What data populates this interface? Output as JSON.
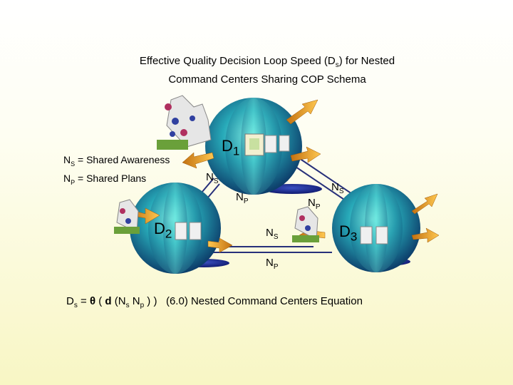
{
  "title": {
    "line1_pre": "Effective Quality Decision Loop Speed (D",
    "line1_sub": "s",
    "line1_post": ") for Nested",
    "line2": "Command Centers Sharing COP Schema"
  },
  "legend": {
    "ns_letter": "N",
    "ns_sub": "S",
    "ns_text": " = Shared Awareness",
    "np_letter": "N",
    "np_sub": "P",
    "np_text": " = Shared Plans"
  },
  "nodes": {
    "d1": {
      "letter": "D",
      "num": "1"
    },
    "d2": {
      "letter": "D",
      "num": "2"
    },
    "d3": {
      "letter": "D",
      "num": "3"
    }
  },
  "links": {
    "ns_letter": "N",
    "ns_sub": "S",
    "np_letter": "N",
    "np_sub": "P"
  },
  "equation": {
    "p1": "D",
    "p1_sub": "s",
    "p2": " = ",
    "theta": "θ",
    "p3": " ( ",
    "d": "d",
    "p4": " (N",
    "p4_sub": "s",
    "p5": " N",
    "p5_sub": "p",
    "p6": " ) )   ",
    "label": "(6.0) Nested Command Centers Equation"
  },
  "colors": {
    "sphere_light": "#5fe0d8",
    "sphere_mid": "#1f9fb0",
    "sphere_dark": "#0c3f6a",
    "link_line": "#27307a",
    "disc": "#1a2a8a",
    "arrow": "#e8a020"
  }
}
